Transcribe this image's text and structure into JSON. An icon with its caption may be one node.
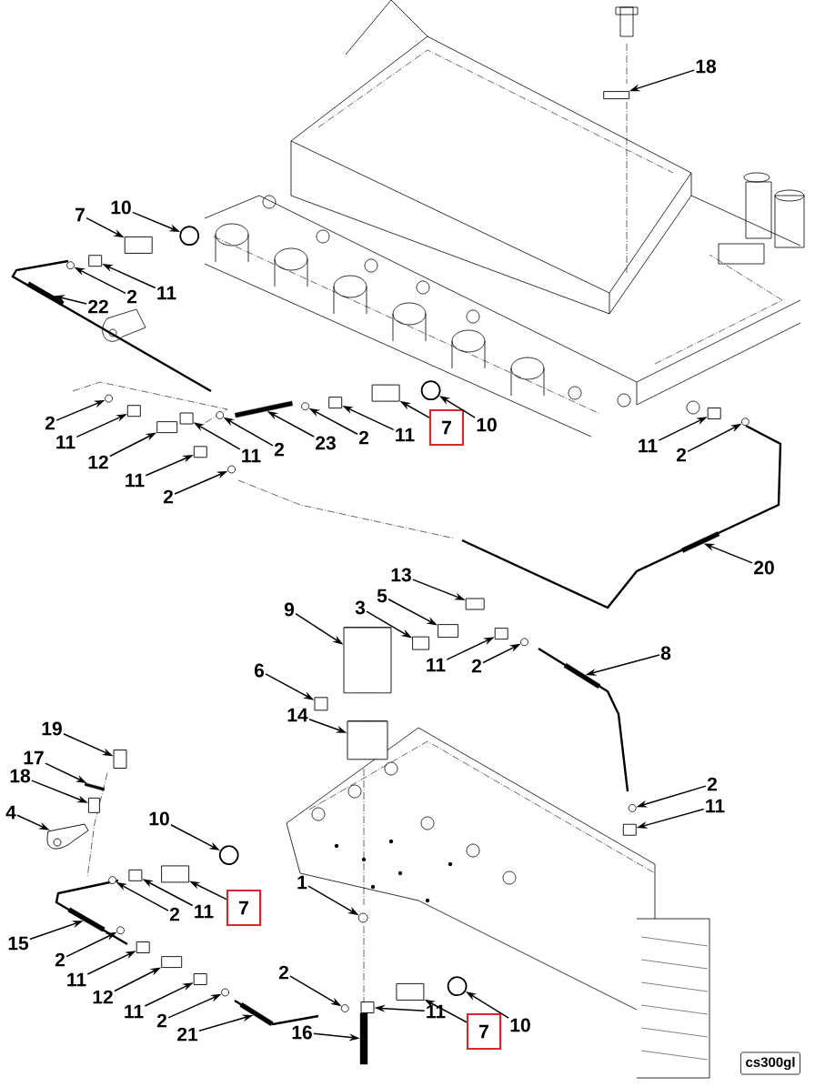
{
  "diagram": {
    "nodes": [
      {
        "text": [
          "18"
        ]
      },
      {
        "text": [
          "7"
        ]
      },
      {
        "text": [
          "10"
        ]
      },
      {
        "text": [
          "22"
        ]
      },
      {
        "text": [
          "2"
        ]
      },
      {
        "text": [
          "11"
        ]
      },
      {
        "text": [
          "2"
        ]
      },
      {
        "text": [
          "11"
        ]
      },
      {
        "text": [
          "12"
        ]
      },
      {
        "text": [
          "11"
        ]
      },
      {
        "text": [
          "2"
        ]
      },
      {
        "text": [
          "23"
        ]
      },
      {
        "text": [
          "2"
        ]
      },
      {
        "text": [
          "11"
        ]
      },
      {
        "text": [
          "7"
        ]
      },
      {
        "text": [
          "10"
        ]
      },
      {
        "text": [
          "11"
        ]
      },
      {
        "text": [
          "2"
        ]
      },
      {
        "text": [
          "11"
        ]
      },
      {
        "text": [
          "2"
        ]
      },
      {
        "text": [
          "20"
        ]
      },
      {
        "text": [
          "13"
        ]
      },
      {
        "text": [
          "5"
        ]
      },
      {
        "text": [
          "9"
        ]
      },
      {
        "text": [
          "3"
        ]
      },
      {
        "text": [
          "11"
        ]
      },
      {
        "text": [
          "2"
        ]
      },
      {
        "text": [
          "8"
        ]
      },
      {
        "text": [
          "6"
        ]
      },
      {
        "text": [
          "14"
        ]
      },
      {
        "text": [
          "19"
        ]
      },
      {
        "text": [
          "17"
        ]
      },
      {
        "text": [
          "18"
        ]
      },
      {
        "text": [
          "4"
        ]
      },
      {
        "text": [
          "10"
        ]
      },
      {
        "text": [
          "2"
        ]
      },
      {
        "text": [
          "11"
        ]
      },
      {
        "text": [
          "2"
        ]
      },
      {
        "text": [
          "11"
        ]
      },
      {
        "text": [
          "7"
        ]
      },
      {
        "text": [
          "15"
        ]
      },
      {
        "text": [
          "1"
        ]
      },
      {
        "text": [
          "2"
        ]
      },
      {
        "text": [
          "11"
        ]
      },
      {
        "text": [
          "12"
        ]
      },
      {
        "text": [
          "11"
        ]
      },
      {
        "text": [
          "2"
        ]
      },
      {
        "text": [
          "21"
        ]
      },
      {
        "text": [
          "2"
        ]
      },
      {
        "text": [
          "11"
        ]
      },
      {
        "text": [
          "7"
        ]
      },
      {
        "text": [
          "10"
        ]
      },
      {
        "text": [
          "16"
        ]
      },
      {
        "text": [
          "cs300gl"
        ]
      },
      {
        "text": [],
        "shape": "box"
      },
      {
        "text": [],
        "shape": "box"
      },
      {
        "text": [],
        "shape": "circle"
      },
      {
        "text": [],
        "shape": "bar"
      },
      {
        "text": [],
        "shape": "circle"
      },
      {
        "text": [],
        "shape": "box"
      },
      {
        "text": [],
        "shape": "circle"
      },
      {
        "text": [],
        "shape": "box"
      },
      {
        "text": [],
        "shape": "box"
      },
      {
        "text": [],
        "shape": "box"
      },
      {
        "text": [],
        "shape": "circle"
      },
      {
        "text": [],
        "shape": "bar"
      },
      {
        "text": [],
        "shape": "circle"
      },
      {
        "text": [],
        "shape": "box"
      },
      {
        "text": [],
        "shape": "box"
      },
      {
        "text": [],
        "shape": "circle"
      },
      {
        "text": [],
        "shape": "box"
      },
      {
        "text": [],
        "shape": "circle"
      },
      {
        "text": [],
        "shape": "box"
      },
      {
        "text": [],
        "shape": "circle"
      },
      {
        "text": [],
        "shape": "bar"
      },
      {
        "text": [],
        "shape": "box"
      },
      {
        "text": [],
        "shape": "box"
      },
      {
        "text": [],
        "shape": "cylinder"
      },
      {
        "text": [],
        "shape": "box"
      },
      {
        "text": [],
        "shape": "box"
      },
      {
        "text": [],
        "shape": "circle"
      },
      {
        "text": [],
        "shape": "bar"
      },
      {
        "text": [],
        "shape": "box"
      },
      {
        "text": [],
        "shape": "cylinder"
      },
      {
        "text": [],
        "shape": "box"
      },
      {
        "text": [],
        "shape": "bar"
      },
      {
        "text": [],
        "shape": "box"
      },
      {
        "text": [],
        "shape": "picture"
      },
      {
        "text": [],
        "shape": "circle"
      },
      {
        "text": [],
        "shape": "circle"
      },
      {
        "text": [],
        "shape": "box"
      },
      {
        "text": [],
        "shape": "circle"
      },
      {
        "text": [],
        "shape": "box"
      },
      {
        "text": [],
        "shape": "box"
      },
      {
        "text": [],
        "shape": "bar"
      },
      {
        "text": [],
        "shape": "circle"
      },
      {
        "text": [],
        "shape": "circle"
      },
      {
        "text": [],
        "shape": "box"
      },
      {
        "text": [],
        "shape": "box"
      },
      {
        "text": [],
        "shape": "box"
      },
      {
        "text": [],
        "shape": "circle"
      },
      {
        "text": [],
        "shape": "bar"
      },
      {
        "text": [],
        "shape": "circle"
      },
      {
        "text": [],
        "shape": "box"
      },
      {
        "text": [],
        "shape": "box"
      },
      {
        "text": [],
        "shape": "circle"
      },
      {
        "text": [],
        "shape": "bar"
      }
    ],
    "edges": [
      {
        "from": 0,
        "to": 54,
        "arrow": "to"
      },
      {
        "from": 1,
        "to": 55,
        "arrow": "to"
      },
      {
        "from": 2,
        "to": 56,
        "arrow": "to"
      },
      {
        "from": 3,
        "to": 57,
        "arrow": "to"
      },
      {
        "from": 4,
        "to": 58,
        "arrow": "to"
      },
      {
        "from": 5,
        "to": 59,
        "arrow": "to"
      },
      {
        "from": 6,
        "to": 60,
        "arrow": "to"
      },
      {
        "from": 7,
        "to": 61,
        "arrow": "to"
      },
      {
        "from": 8,
        "to": 62,
        "arrow": "to"
      },
      {
        "from": 9,
        "to": 63,
        "arrow": "to"
      },
      {
        "from": 10,
        "to": 64,
        "arrow": "to"
      },
      {
        "from": 11,
        "to": 65,
        "arrow": "to"
      },
      {
        "from": 12,
        "to": 66,
        "arrow": "to"
      },
      {
        "from": 13,
        "to": 67,
        "arrow": "to"
      },
      {
        "from": 14,
        "to": 68,
        "arrow": "to"
      },
      {
        "from": 15,
        "to": 69,
        "arrow": "to"
      },
      {
        "from": 16,
        "to": 70,
        "arrow": "to"
      },
      {
        "from": 17,
        "to": 71,
        "arrow": "to"
      },
      {
        "from": 18,
        "to": 72,
        "arrow": "to"
      },
      {
        "from": 19,
        "to": 73,
        "arrow": "to"
      },
      {
        "from": 20,
        "to": 74,
        "arrow": "to"
      },
      {
        "from": 21,
        "to": 75,
        "arrow": "to"
      },
      {
        "from": 22,
        "to": 76,
        "arrow": "to"
      },
      {
        "from": 23,
        "to": 77,
        "arrow": "to"
      },
      {
        "from": 24,
        "to": 78,
        "arrow": "to"
      },
      {
        "from": 25,
        "to": 79,
        "arrow": "to"
      },
      {
        "from": 26,
        "to": 80,
        "arrow": "to"
      },
      {
        "from": 27,
        "to": 81,
        "arrow": "to"
      },
      {
        "from": 28,
        "to": 82,
        "arrow": "to"
      },
      {
        "from": 29,
        "to": 83,
        "arrow": "to"
      },
      {
        "from": 30,
        "to": 84,
        "arrow": "to"
      },
      {
        "from": 31,
        "to": 85,
        "arrow": "to"
      },
      {
        "from": 32,
        "to": 86,
        "arrow": "to"
      },
      {
        "from": 33,
        "to": 87,
        "arrow": "to"
      },
      {
        "from": 34,
        "to": 88,
        "arrow": "to"
      },
      {
        "from": 35,
        "to": 89,
        "arrow": "to"
      },
      {
        "from": 36,
        "to": 90,
        "arrow": "to"
      },
      {
        "from": 37,
        "to": 91,
        "arrow": "to"
      },
      {
        "from": 38,
        "to": 92,
        "arrow": "to"
      },
      {
        "from": 39,
        "to": 93,
        "arrow": "to"
      },
      {
        "from": 40,
        "to": 94,
        "arrow": "to"
      },
      {
        "from": 41,
        "to": 95,
        "arrow": "to"
      },
      {
        "from": 42,
        "to": 96,
        "arrow": "to"
      },
      {
        "from": 43,
        "to": 97,
        "arrow": "to"
      },
      {
        "from": 44,
        "to": 98,
        "arrow": "to"
      },
      {
        "from": 45,
        "to": 99,
        "arrow": "to"
      },
      {
        "from": 46,
        "to": 100,
        "arrow": "to"
      },
      {
        "from": 47,
        "to": 101,
        "arrow": "to"
      },
      {
        "from": 48,
        "to": 102,
        "arrow": "to"
      },
      {
        "from": 49,
        "to": 103,
        "arrow": "to"
      },
      {
        "from": 50,
        "to": 104,
        "arrow": "to"
      },
      {
        "from": 51,
        "to": 105,
        "arrow": "to"
      },
      {
        "from": 52,
        "to": 106,
        "arrow": "to"
      }
    ]
  }
}
